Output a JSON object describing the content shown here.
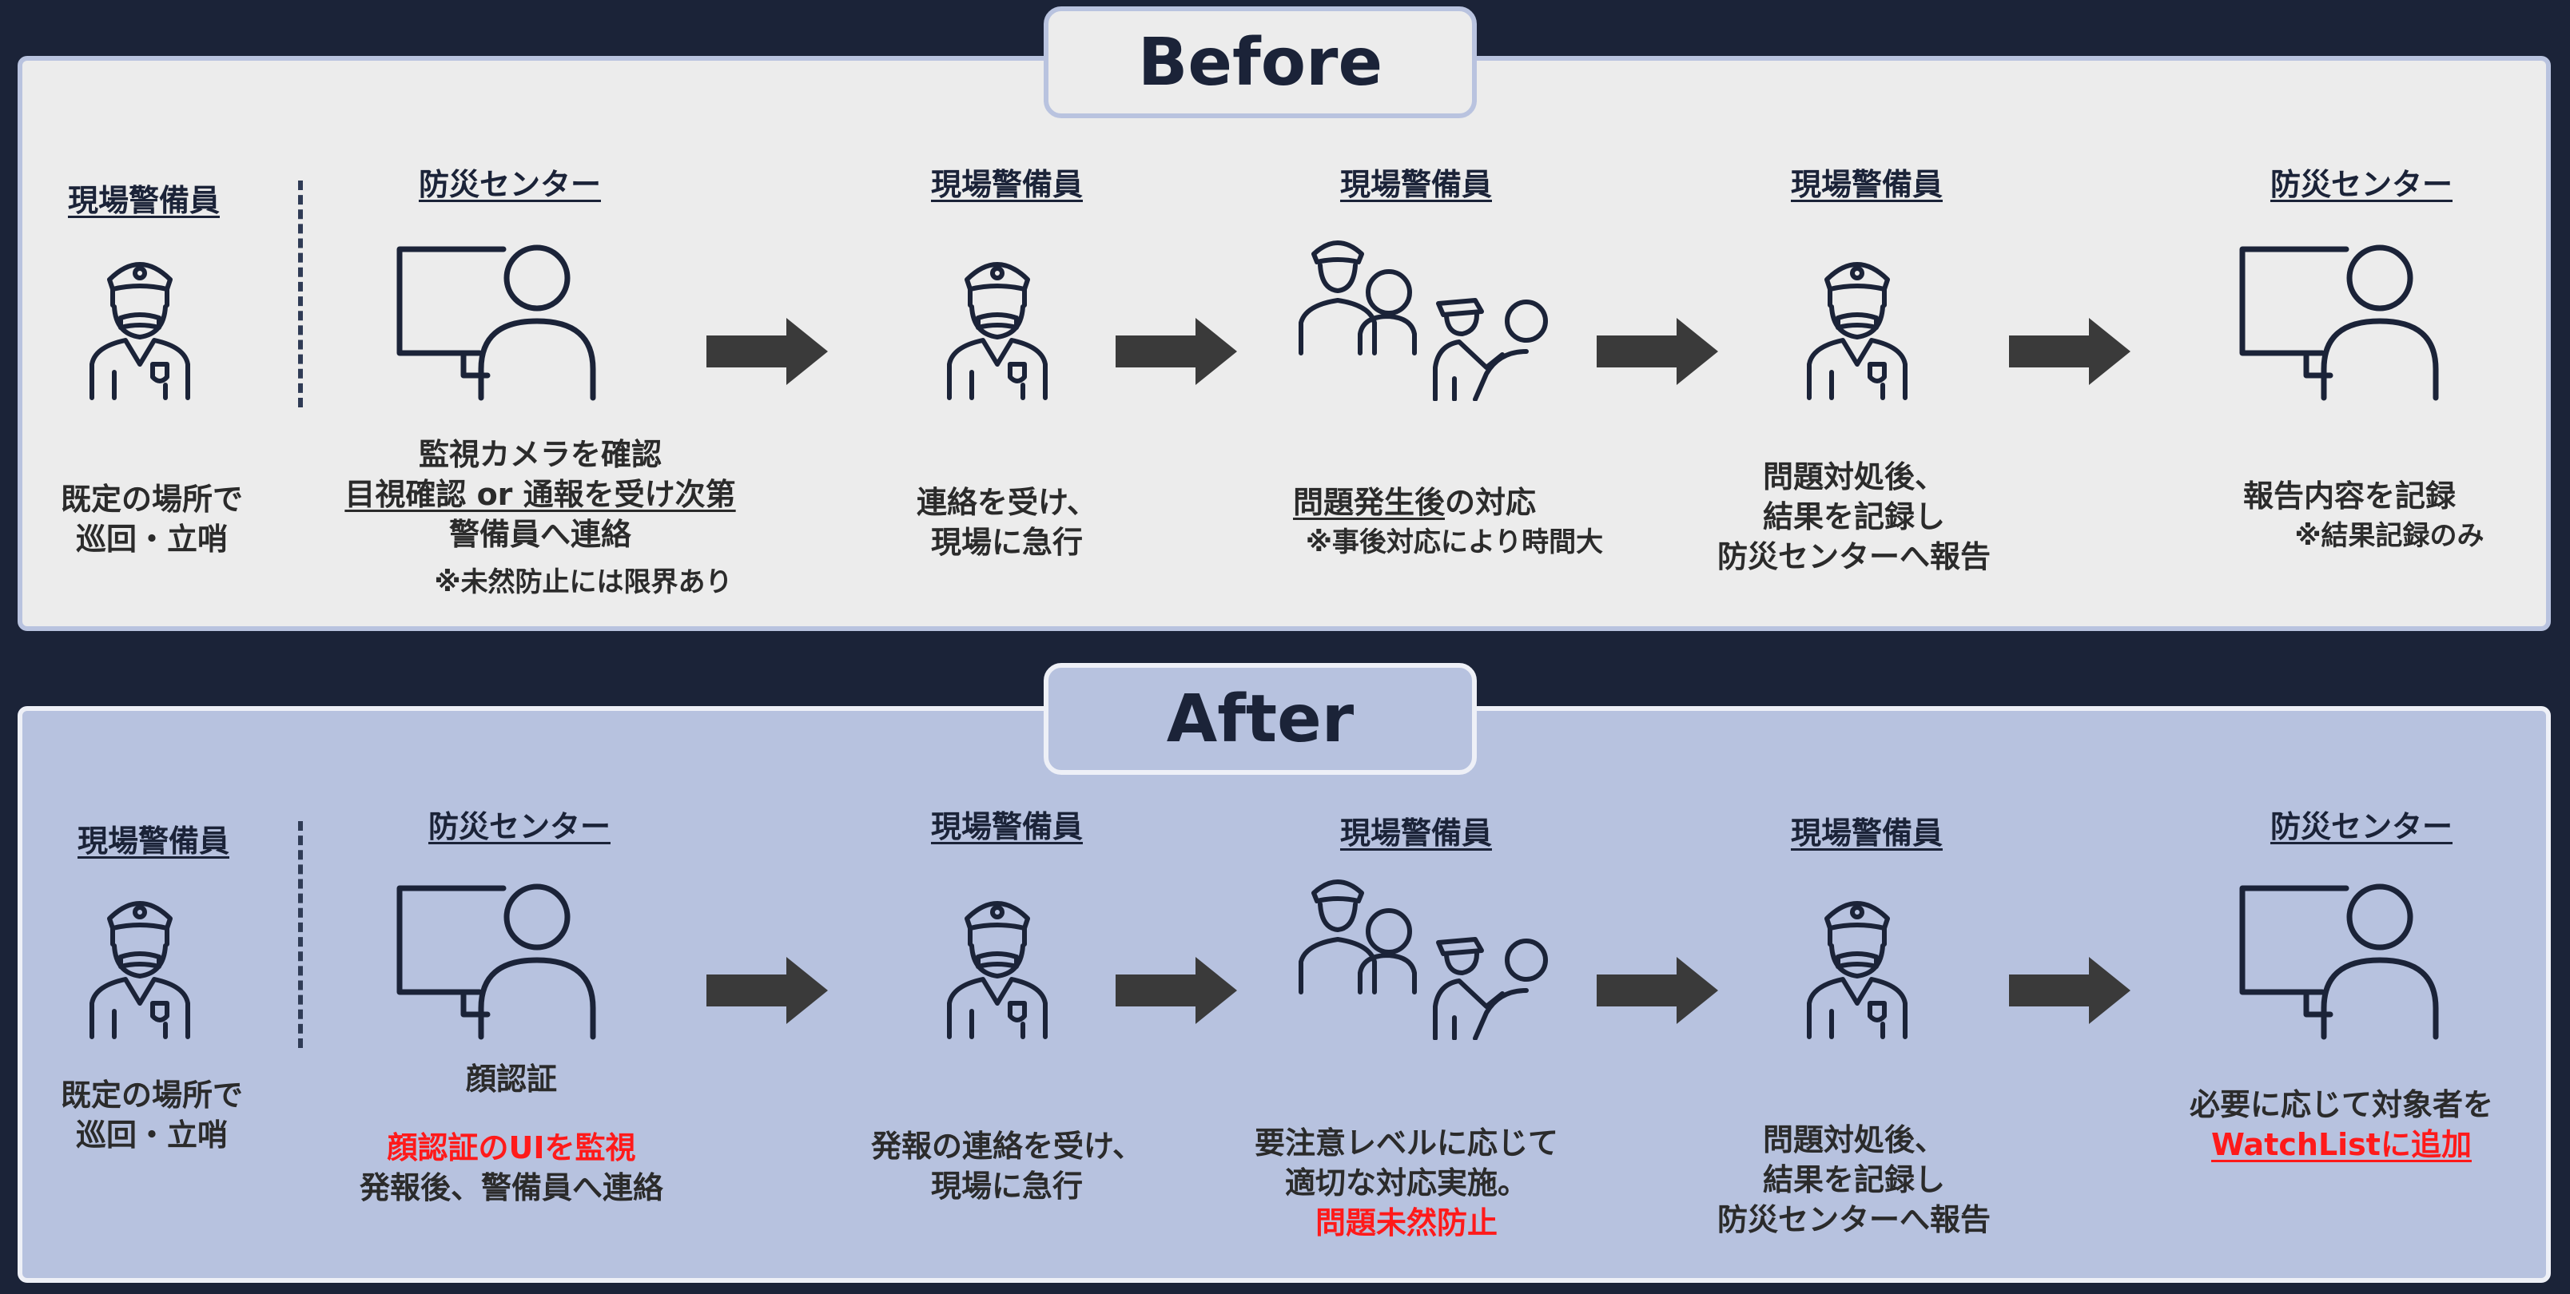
{
  "before": {
    "title": "Before",
    "steps": [
      {
        "role": "現場警備員",
        "lines": [
          "既定の場所で",
          "巡回・立哨"
        ]
      },
      {
        "role": "防災センター",
        "lines": [
          "監視カメラを確認",
          "目視確認 or 通報を受け次第",
          "警備員へ連絡"
        ],
        "note": "※未然防止には限界あり"
      },
      {
        "role": "現場警備員",
        "lines": [
          "連絡を受け、",
          "現場に急行"
        ]
      },
      {
        "role": "現場警備員",
        "lines": [
          "問題発生後",
          "の対応"
        ],
        "note": "※事後対応により時間大"
      },
      {
        "role": "現場警備員",
        "lines": [
          "問題対処後、",
          "結果を記録し",
          "防災センターへ報告"
        ]
      },
      {
        "role": "防災センター",
        "lines": [
          "報告内容を記録"
        ],
        "note": "※結果記録のみ"
      }
    ]
  },
  "after": {
    "title": "After",
    "steps": [
      {
        "role": "現場警備員",
        "lines": [
          "既定の場所で",
          "巡回・立哨"
        ]
      },
      {
        "role": "防災センター",
        "caption": "顔認証",
        "highlight": "顔認証のUIを監視",
        "lines": [
          "発報後、警備員へ連絡"
        ]
      },
      {
        "role": "現場警備員",
        "lines": [
          "発報の連絡を受け、",
          "現場に急行"
        ]
      },
      {
        "role": "現場警備員",
        "lines": [
          "要注意レベルに応じて",
          "適切な対応実施。"
        ],
        "highlight": "問題未然防止"
      },
      {
        "role": "現場警備員",
        "lines": [
          "問題対処後、",
          "結果を記録し",
          "防災センターへ報告"
        ]
      },
      {
        "role": "防災センター",
        "lines": [
          "必要に応じて対象者を"
        ],
        "highlight": "WatchListに追加"
      }
    ]
  },
  "colors": {
    "background": "#1b2338",
    "before_panel": "#ececec",
    "after_panel": "#b7c2df",
    "icon": "#1b2338",
    "arrow": "#3a3a3a",
    "highlight": "#ff1a1a"
  }
}
